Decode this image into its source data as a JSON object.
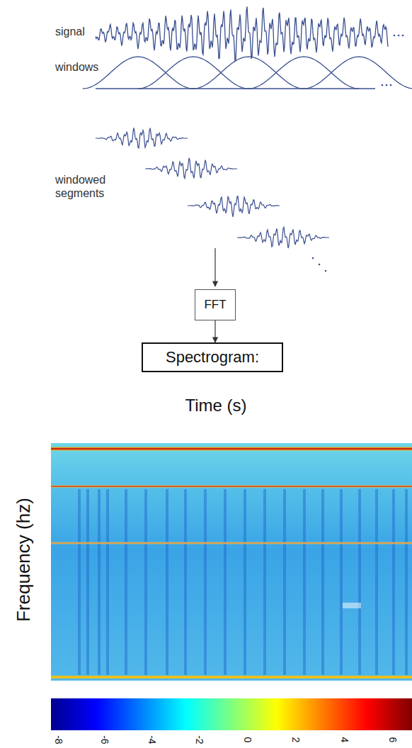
{
  "diagram": {
    "nodes": [
      {
        "text": [
          "FFT"
        ]
      },
      {
        "text": [
          "Spectrogram:"
        ]
      }
    ],
    "edges": [
      {
        "from": 0,
        "to": 1,
        "arrow": "to"
      }
    ],
    "labels": [
      "signal",
      "windows",
      "windowed segments",
      "Time (s)",
      "Frequency (hz)",
      "-8",
      "-6",
      "-4",
      "-2",
      "0",
      "2",
      "4",
      "6"
    ]
  }
}
